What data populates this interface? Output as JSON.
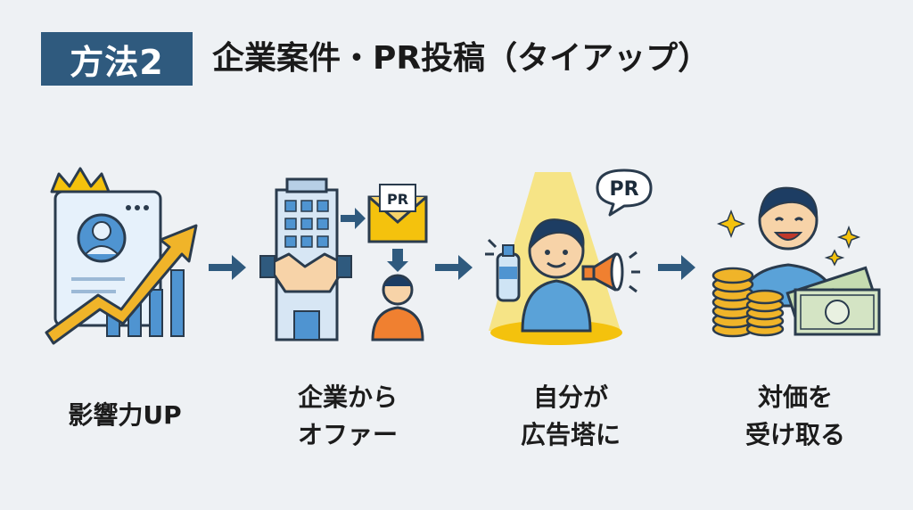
{
  "header": {
    "badge": "方法2",
    "title": "企業案件・PR投稿（タイアップ）"
  },
  "steps": [
    {
      "icon": "influence-growth-icon",
      "label_lines": [
        "影響力UP"
      ]
    },
    {
      "icon": "company-offer-icon",
      "label_lines": [
        "企業から",
        "オファー"
      ],
      "pr_text": "PR"
    },
    {
      "icon": "promoter-icon",
      "label_lines": [
        "自分が",
        "広告塔に"
      ],
      "pr_text": "PR"
    },
    {
      "icon": "receive-payment-icon",
      "label_lines": [
        "対価を",
        "受け取る"
      ]
    }
  ],
  "colors": {
    "accent": "#2f5a7e",
    "arrow": "#2f5a7e",
    "skin": "#f7d3a8",
    "shirt": "#5aa2d8",
    "gold": "#f0b429",
    "hair": "#1d3d63"
  }
}
